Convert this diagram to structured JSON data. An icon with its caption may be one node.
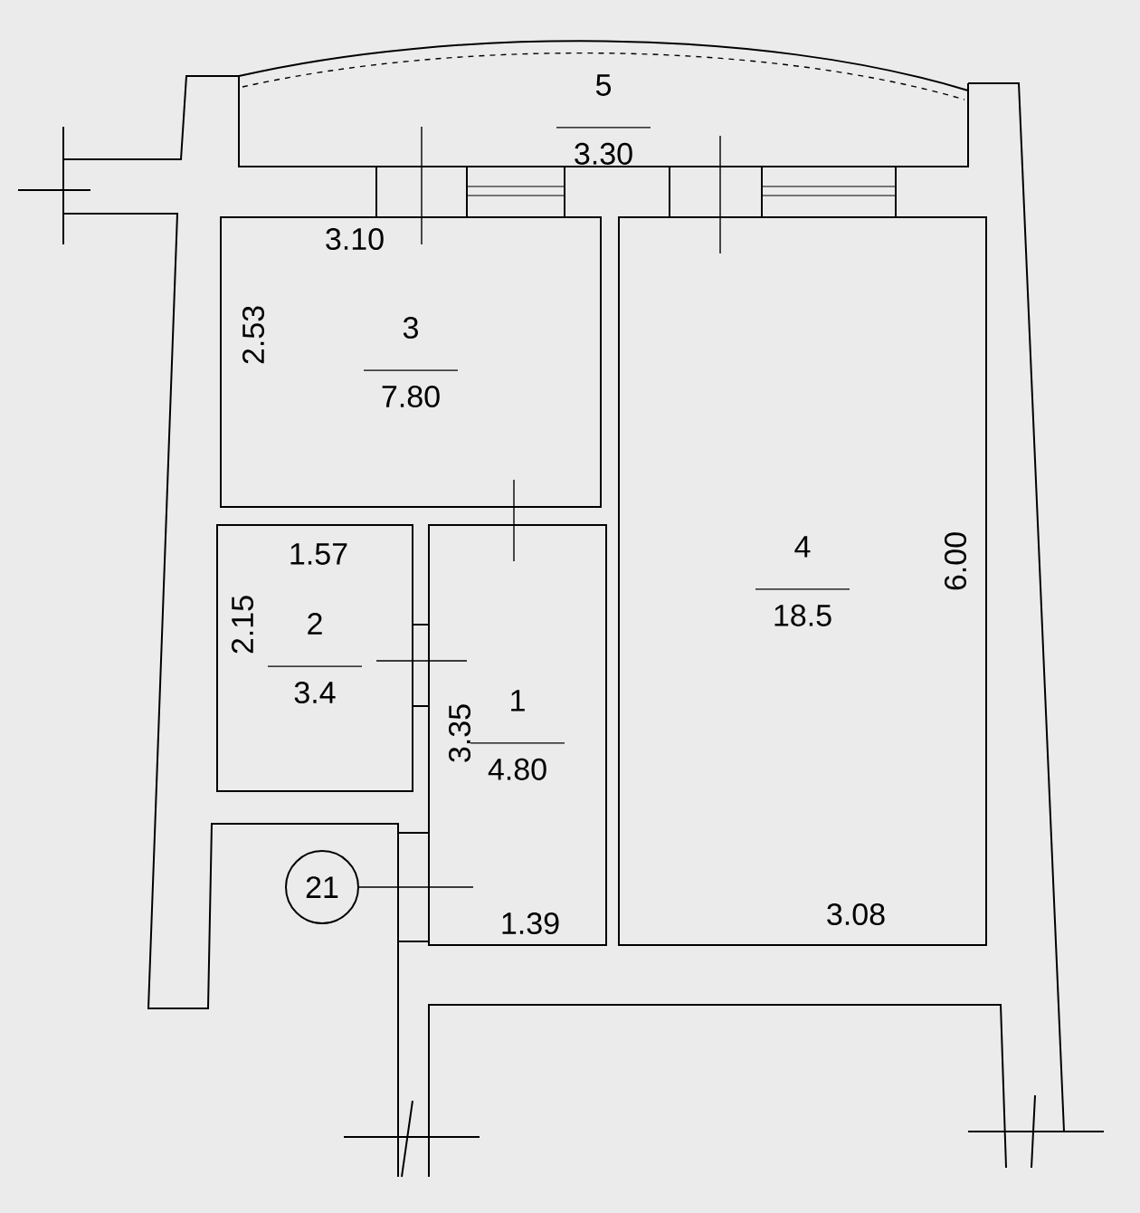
{
  "diagram": {
    "nodes": [
      {
        "text": [
          "5",
          "3.30"
        ]
      },
      {
        "text": [
          "3",
          "7.80",
          "3.10",
          "2.53"
        ]
      },
      {
        "text": [
          "4",
          "18.5",
          "6.00",
          "3.08"
        ]
      },
      {
        "text": [
          "2",
          "3.4",
          "1.57",
          "2.15"
        ]
      },
      {
        "text": [
          "1",
          "4.80",
          "3.35",
          "1.39"
        ]
      },
      {
        "text": [
          "21"
        ]
      }
    ],
    "edges": [
      {
        "from": 5,
        "to": 4,
        "arrow": "none"
      }
    ]
  }
}
